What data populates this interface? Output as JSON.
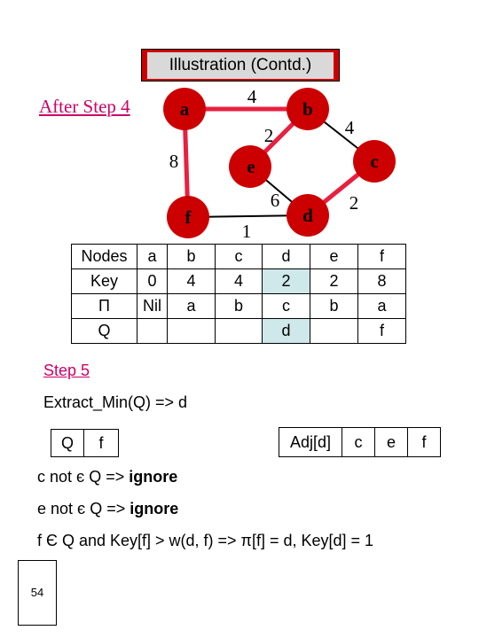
{
  "title": "Illustration (Contd.)",
  "after_step": "After Step 4",
  "graph": {
    "nodes": {
      "a": "a",
      "b": "b",
      "c": "c",
      "d": "d",
      "e": "e",
      "f": "f"
    },
    "weights": {
      "ab": "4",
      "bc": "4",
      "be": "2",
      "af": "8",
      "ed": "6",
      "cd": "2",
      "fd": "1"
    },
    "colors": {
      "node": "#cc0000",
      "tree_edge": "#e82040",
      "edge": "#000000"
    }
  },
  "table": {
    "header": [
      "Nodes",
      "a",
      "b",
      "c",
      "d",
      "e",
      "f"
    ],
    "key": [
      "Key",
      "0",
      "4",
      "4",
      "2",
      "2",
      "8"
    ],
    "pi": [
      "Π",
      "Nil",
      "a",
      "b",
      "c",
      "b",
      "a"
    ],
    "q": [
      "Q",
      "",
      "",
      "",
      "d",
      "",
      "f"
    ]
  },
  "step5": {
    "label": "Step 5",
    "extract": "Extract_Min(Q) => d",
    "q_label": "Q",
    "q_values": [
      "f"
    ],
    "adj_label": "Adj[d]",
    "adj_values": [
      "c",
      "e",
      "f"
    ],
    "line1_a": "c not є Q => ",
    "line1_b": "ignore",
    "line2_a": "e not є Q => ",
    "line2_b": "ignore",
    "line3": "f Є Q and Key[f] > w(d, f) => π[f] = d, Key[d] = 1"
  },
  "page_number": "54"
}
